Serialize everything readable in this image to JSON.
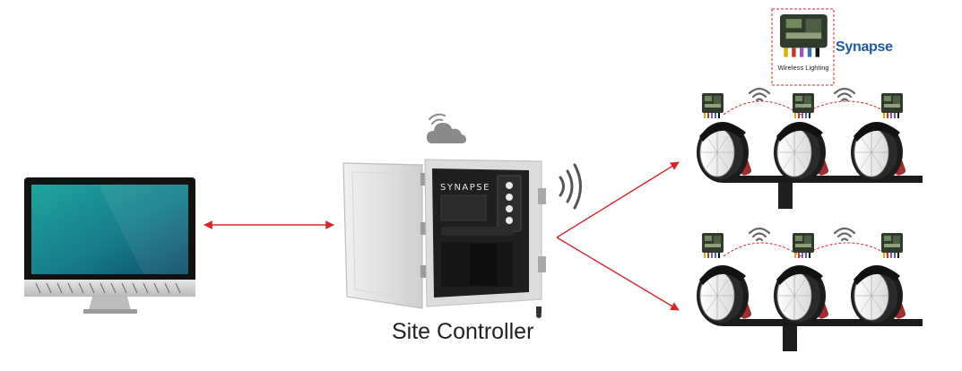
{
  "labels": {
    "site_controller": "Site Controller",
    "wireless_lighting": "Wireless Lighting",
    "synapse_logo": "Synapse",
    "controller_brand": "SYNAPSE"
  },
  "icons": {
    "cloud": "cloud-wifi-icon",
    "radio": "radio-waves-icon"
  },
  "colors": {
    "arrow": "#d8262d",
    "link": "#d8262d",
    "brand_blue": "#1f5aa0"
  }
}
